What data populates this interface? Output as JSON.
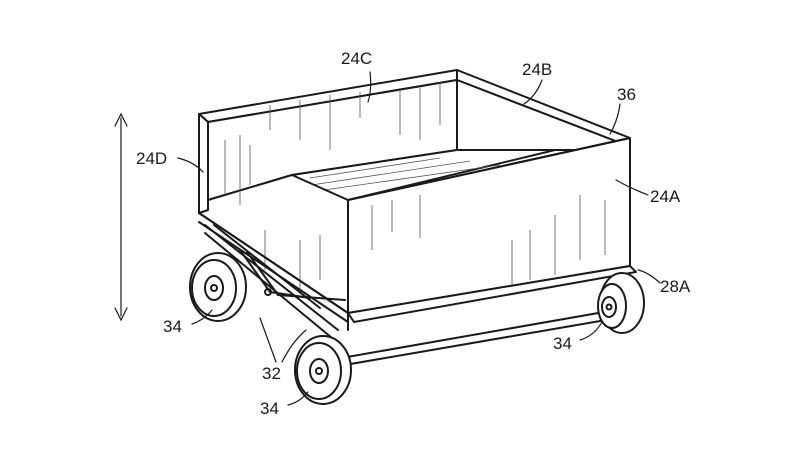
{
  "labels": {
    "wall_back": "24C",
    "wall_right_rear": "24B",
    "corner": "36",
    "wall_left": "24D",
    "wall_front": "24A",
    "rail": "28A",
    "wheel_left_rear": "34",
    "linkage": "32",
    "wheel_left_front": "34",
    "wheel_right": "34"
  }
}
